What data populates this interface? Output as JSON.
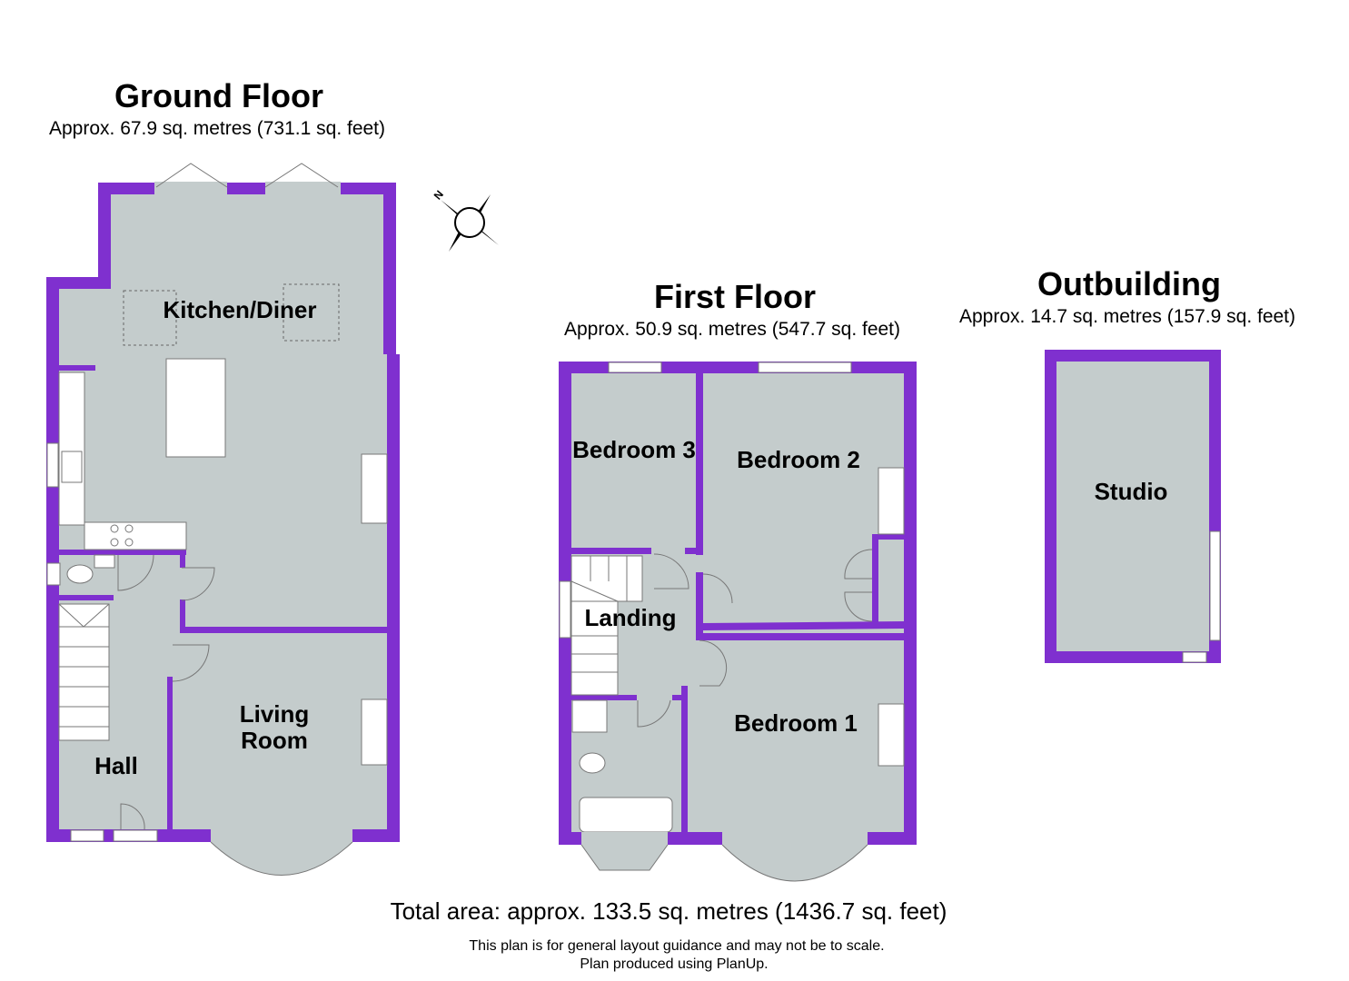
{
  "colors": {
    "wall": "#7f30cf",
    "floor": "#c4cccc"
  },
  "ground_floor": {
    "title": "Ground Floor",
    "area": "Approx. 67.9 sq. metres (731.1 sq. feet)",
    "rooms": {
      "kitchen": "Kitchen/Diner",
      "living_1": "Living",
      "living_2": "Room",
      "hall": "Hall"
    }
  },
  "first_floor": {
    "title": "First Floor",
    "area": "Approx. 50.9 sq. metres (547.7 sq. feet)",
    "rooms": {
      "bedroom3": "Bedroom 3",
      "bedroom2": "Bedroom 2",
      "landing": "Landing",
      "bedroom1": "Bedroom 1"
    }
  },
  "outbuilding": {
    "title": "Outbuilding",
    "area": "Approx. 14.7 sq. metres (157.9 sq. feet)",
    "rooms": {
      "studio": "Studio"
    }
  },
  "compass": {
    "label": "N",
    "icon": "compass-icon"
  },
  "footer": {
    "total": "Total area: approx. 133.5 sq. metres (1436.7 sq. feet)",
    "disclaimer": "This plan is for general layout guidance and may not be to scale.",
    "credit": "Plan produced using PlanUp."
  }
}
